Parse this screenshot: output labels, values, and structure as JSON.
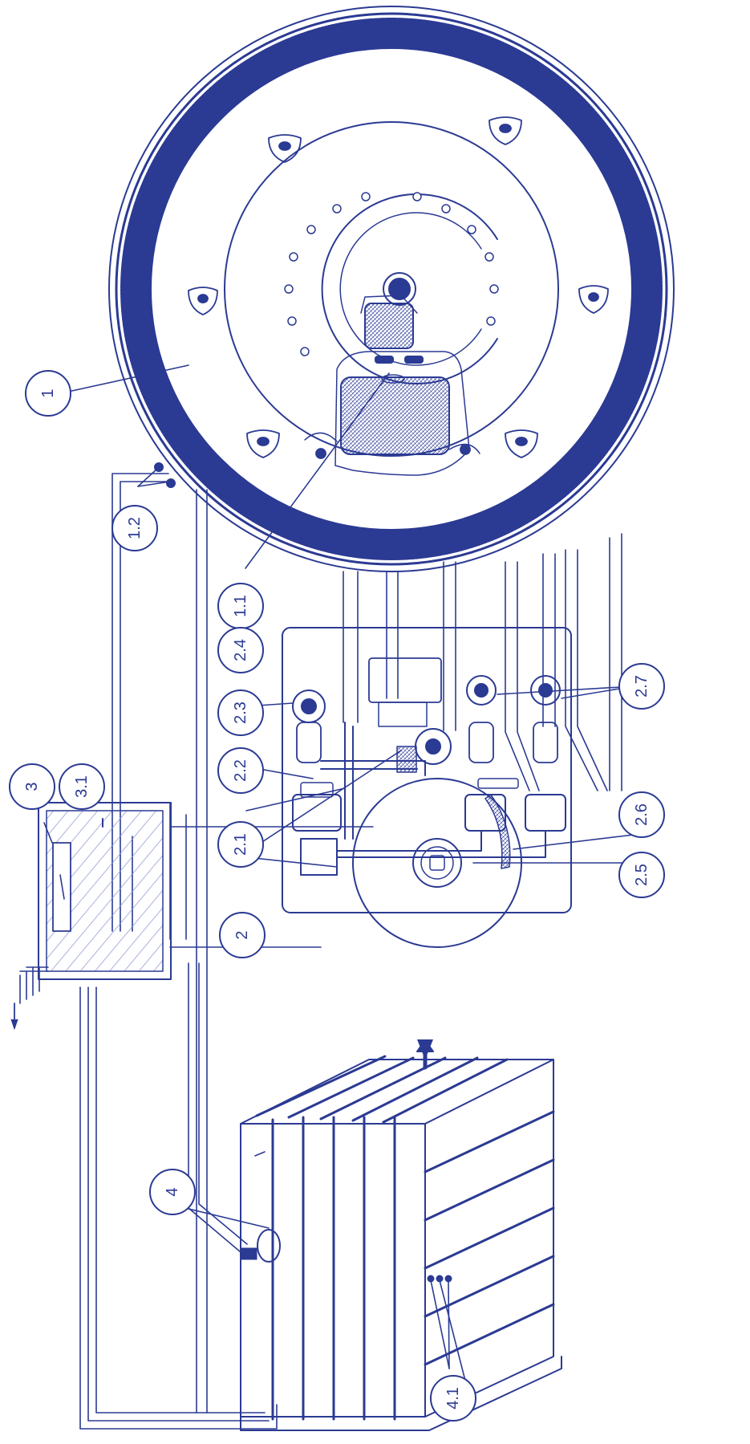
{
  "theme": {
    "line": "#2b3a93",
    "fill": "#ffffff",
    "hatch": "#8e98cf"
  },
  "callouts": {
    "c1": "1",
    "c1_1": "1.1",
    "c1_2": "1.2",
    "c2": "2",
    "c2_1": "2.1",
    "c2_2": "2.2",
    "c2_3": "2.3",
    "c2_4": "2.4",
    "c2_5": "2.5",
    "c2_6": "2.6",
    "c2_7": "2.7",
    "c3": "3",
    "c3_1": "3.1",
    "c4": "4",
    "c4_1": "4.1"
  },
  "icons": [
    "flow-arrow-icon",
    "mains-arrow-icon"
  ]
}
